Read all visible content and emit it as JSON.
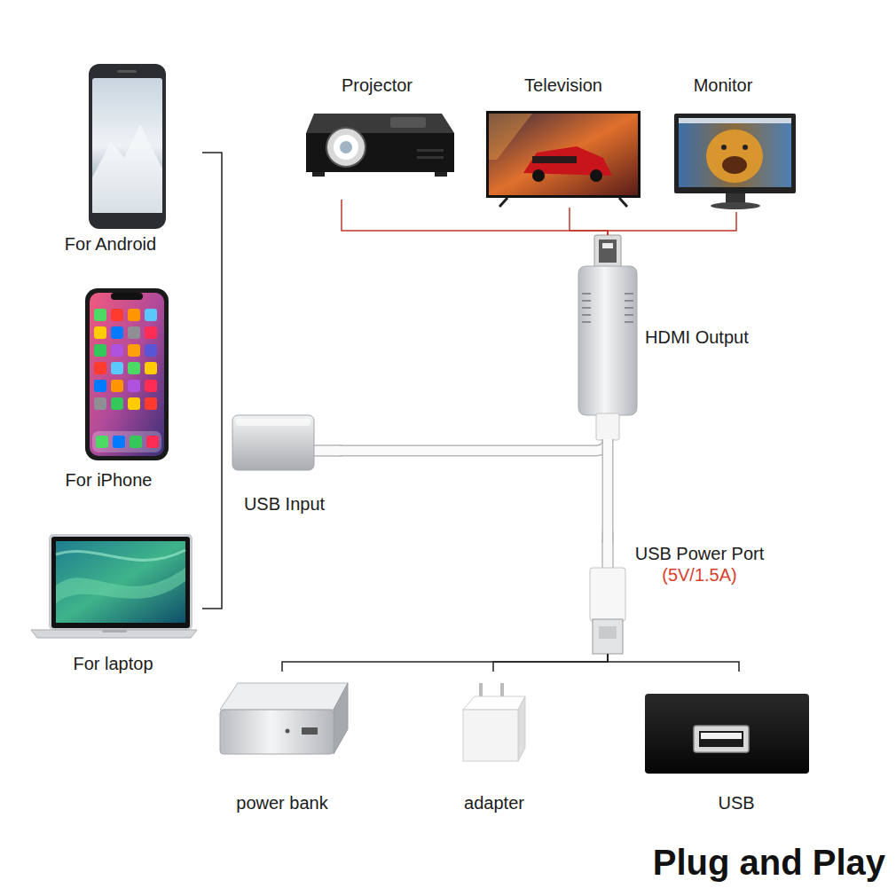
{
  "diagram": {
    "caption": "Plug and Play",
    "nodes": [
      {
        "text": [
          "Projector"
        ]
      },
      {
        "text": [
          "Television"
        ]
      },
      {
        "text": [
          "Monitor"
        ]
      },
      {
        "text": [
          "For Android"
        ]
      },
      {
        "text": [
          "HDMI Output"
        ]
      },
      {
        "text": [
          "For iPhone"
        ]
      },
      {
        "text": [
          "USB Input"
        ]
      },
      {
        "text": [
          "USB Power Port",
          "(5V/1.5A)"
        ]
      },
      {
        "text": [
          "For laptop"
        ]
      },
      {
        "text": [
          "power bank"
        ]
      },
      {
        "text": [
          "adapter"
        ]
      },
      {
        "text": [
          "USB"
        ]
      }
    ],
    "edges": [
      {
        "from": 4,
        "to": 0,
        "arrow": "none"
      },
      {
        "from": 4,
        "to": 1,
        "arrow": "none"
      },
      {
        "from": 4,
        "to": 2,
        "arrow": "none"
      },
      {
        "from": 6,
        "to": 4,
        "arrow": "none"
      },
      {
        "from": 4,
        "to": 7,
        "arrow": "none"
      },
      {
        "from": 7,
        "to": 9,
        "arrow": "none"
      },
      {
        "from": 7,
        "to": 10,
        "arrow": "none"
      },
      {
        "from": 7,
        "to": 11,
        "arrow": "none"
      }
    ]
  }
}
